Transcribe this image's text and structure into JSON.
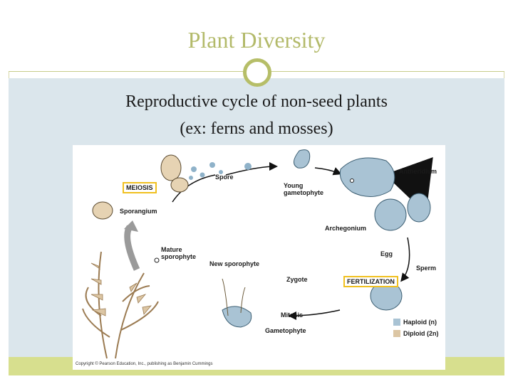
{
  "slide": {
    "title": "Plant Diversity",
    "subtitle_line1": "Reproductive cycle of non-seed plants",
    "subtitle_line2": "(ex: ferns and mosses)"
  },
  "diagram": {
    "labels": {
      "spore": "Spore",
      "young_gametophyte_1": "Young",
      "young_gametophyte_2": "gametophyte",
      "antheridium": "Antheridium",
      "meiosis": "MEIOSIS",
      "sporangium": "Sporangium",
      "archegonium": "Archegonium",
      "mature_sporophyte_1": "Mature",
      "mature_sporophyte_2": "sporophyte",
      "new_sporophyte": "New sporophyte",
      "egg": "Egg",
      "sperm": "Sperm",
      "zygote": "Zygote",
      "fertilization": "FERTILIZATION",
      "mitosis": "Mitosis",
      "gametophyte": "Gametophyte"
    },
    "legend": {
      "haploid": "Haploid (n)",
      "diploid": "Diploid (2n)",
      "haploid_color": "#a9c3d4",
      "diploid_color": "#dcc6a4"
    },
    "copyright": "Copyright © Pearson Education, Inc., publishing as Benjamin Cummings"
  }
}
